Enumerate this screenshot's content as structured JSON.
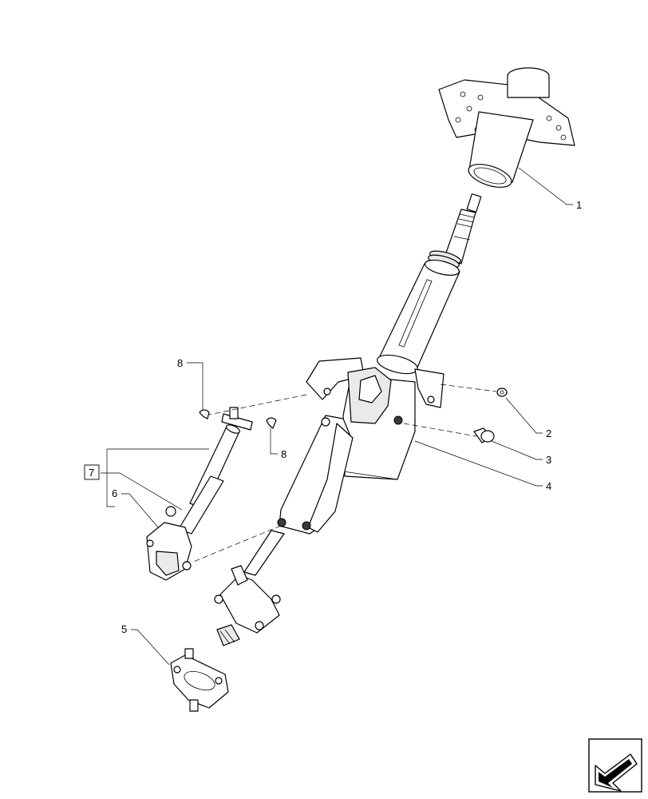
{
  "callouts": {
    "c1": "1",
    "c2": "2",
    "c3": "3",
    "c4": "4",
    "c5": "5",
    "c6": "6",
    "c7": "7",
    "c8a": "8",
    "c8b": "8"
  },
  "nav_icon": "next-page-arrow-icon"
}
